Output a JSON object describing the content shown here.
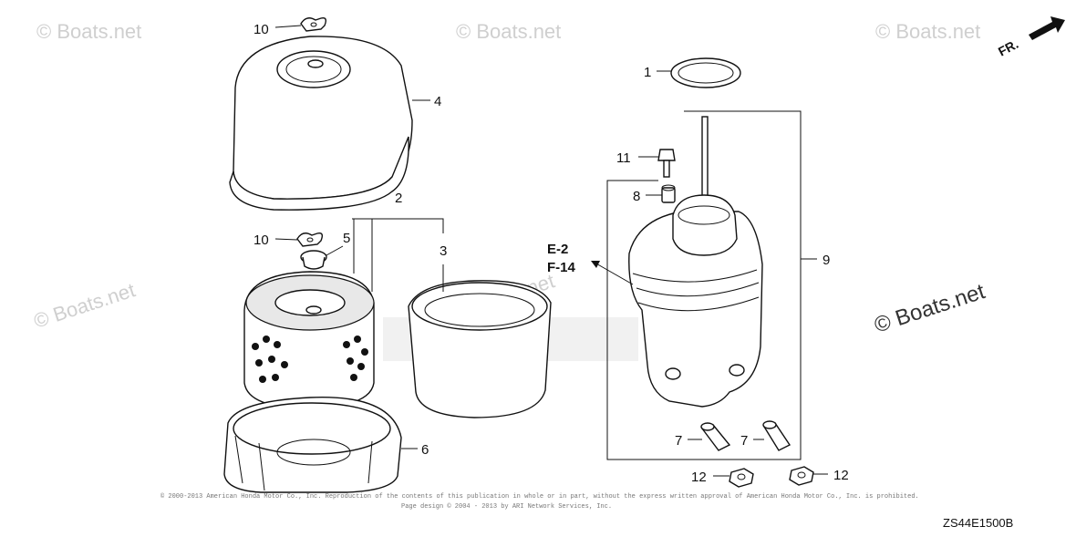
{
  "watermarks": {
    "brand": "© Boats.net",
    "faint": "© Boats.net"
  },
  "callouts": {
    "c1": "1",
    "c2": "2",
    "c3": "3",
    "c4": "4",
    "c5": "5",
    "c6": "6",
    "c7a": "7",
    "c7b": "7",
    "c8": "8",
    "c9": "9",
    "c10a": "10",
    "c10b": "10",
    "c11": "11",
    "c12a": "12",
    "c12b": "12"
  },
  "reference": {
    "line1": "E-2",
    "line2": "F-14"
  },
  "direction": "FR.",
  "copyright": {
    "line1": "© 2000-2013 American Honda Motor Co., Inc. Reproduction of the contents of this publication in whole or in part, without the express written approval of American Honda Motor Co., Inc. is prohibited.",
    "line2": "Page design © 2004 - 2013 by ARI Network Services, Inc."
  },
  "diagram_code": "ZS44E1500B"
}
